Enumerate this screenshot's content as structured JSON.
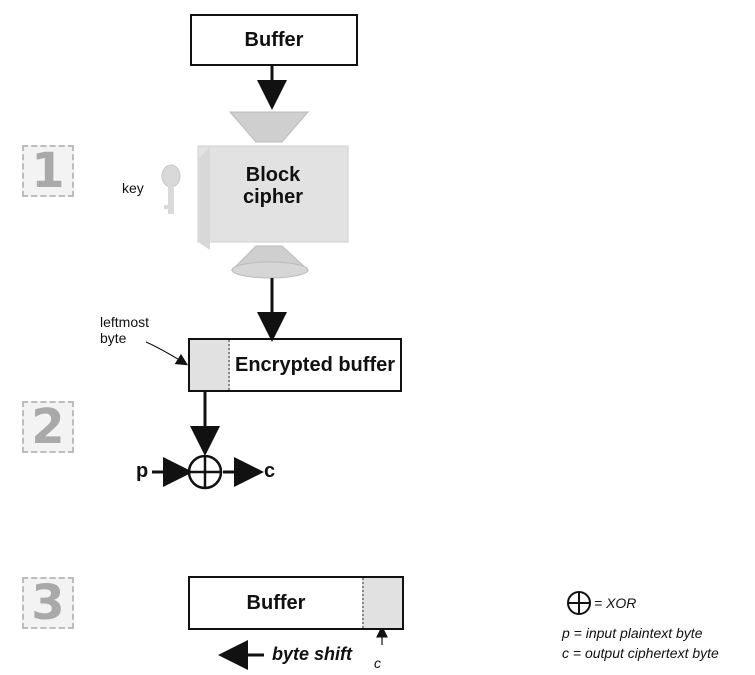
{
  "labels": {
    "buffer_top": "Buffer",
    "block_cipher_line1": "Block",
    "block_cipher_line2": "cipher",
    "key": "key",
    "leftmost_line1": "leftmost",
    "leftmost_line2": "byte",
    "encrypted_buffer": "Encrypted buffer",
    "p": "p",
    "c": "c",
    "buffer_bottom": "Buffer",
    "byte_shift": "byte shift",
    "c_small": "c"
  },
  "steps": [
    "1",
    "2",
    "3"
  ],
  "legend": {
    "xor": "= XOR",
    "p_desc": "p = input plaintext byte",
    "c_desc": "c = output ciphertext byte"
  }
}
